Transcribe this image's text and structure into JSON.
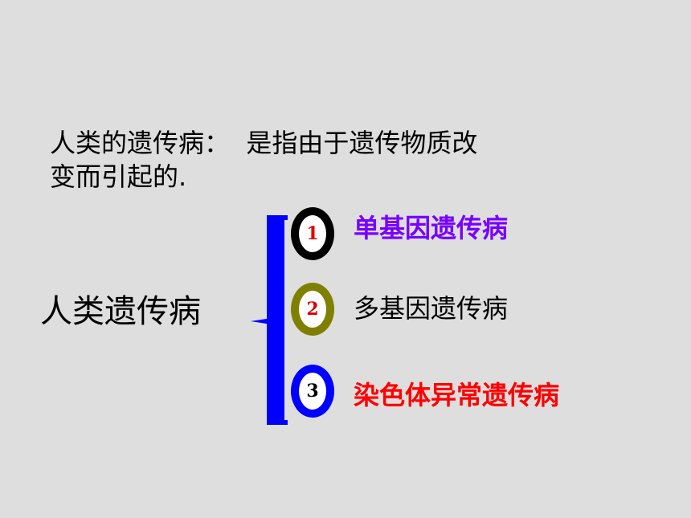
{
  "definition": {
    "line1": "人类的遗传病：  是指由于遗传物质改",
    "line2": "变而引起的."
  },
  "main_label": "人类遗传病",
  "items": [
    {
      "number": "1",
      "label": "单基因遗传病",
      "label_color": "#7700ff",
      "number_color": "#e00000",
      "ring_color": "#000000",
      "label_bold": true
    },
    {
      "number": "2",
      "label": "多基因遗传病",
      "label_color": "#000000",
      "number_color": "#e00000",
      "ring_color": "#808000",
      "label_bold": false
    },
    {
      "number": "3",
      "label": "染色体异常遗传病",
      "label_color": "#ff0000",
      "number_color": "#000000",
      "ring_color": "#0000ff",
      "label_bold": true
    }
  ],
  "brace_color": "#0000ff"
}
